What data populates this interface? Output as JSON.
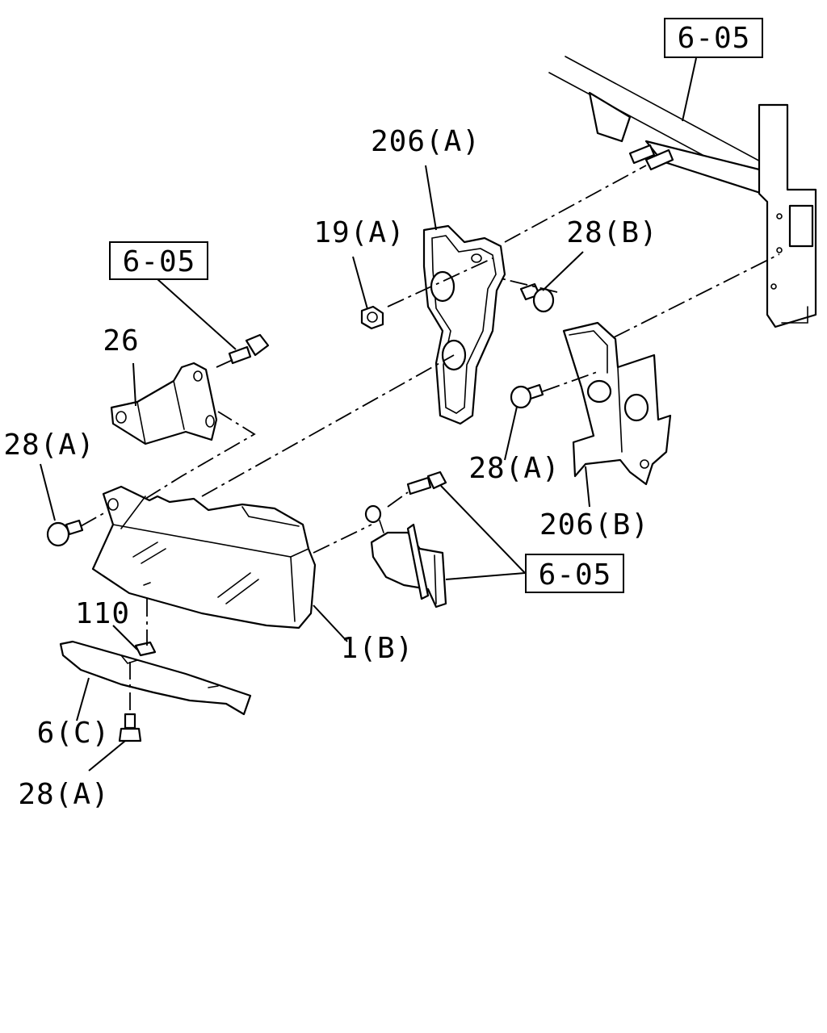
{
  "callouts": {
    "ref_top": "6-05",
    "ref_left": "6-05",
    "ref_right": "6-05",
    "part_206a": "206(A)",
    "part_19a": "19(A)",
    "part_28b": "28(B)",
    "part_26": "26",
    "part_28a_left": "28(A)",
    "part_28a_mid": "28(A)",
    "part_206b": "206(B)",
    "part_110": "110",
    "part_1b": "1(B)",
    "part_6c": "6(C)",
    "part_28a_bottom": "28(A)"
  }
}
